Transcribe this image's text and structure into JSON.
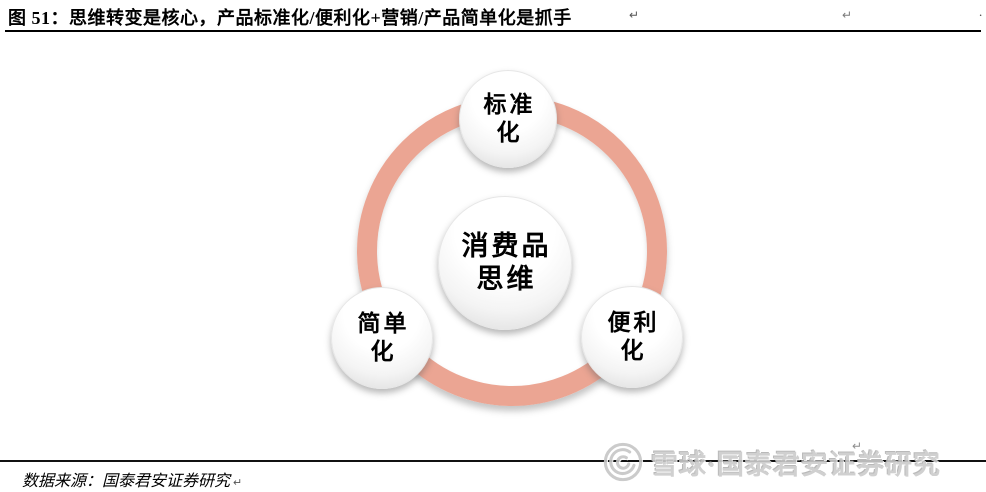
{
  "header": {
    "figure_title": "图 51：思维转变是核心，产品标准化/便利化+营销/产品简单化是抓手",
    "return_mark": "↵",
    "stray_dot": "."
  },
  "diagram": {
    "ring_color": "#EBA593",
    "center": {
      "line1": "消费品",
      "line2": "思维"
    },
    "nodes": [
      {
        "position": "top",
        "line1": "标准",
        "line2": "化"
      },
      {
        "position": "bottom-left",
        "line1": "简单",
        "line2": "化"
      },
      {
        "position": "bottom-right",
        "line1": "便利",
        "line2": "化"
      }
    ]
  },
  "footer": {
    "source": "数据来源：国泰君安证券研究",
    "return_mark": "↵"
  },
  "watermark": {
    "logo_icon": "xueqiu-snowball-logo",
    "text": "雪球·国泰君安证券研究",
    "color": "#cccccc"
  }
}
